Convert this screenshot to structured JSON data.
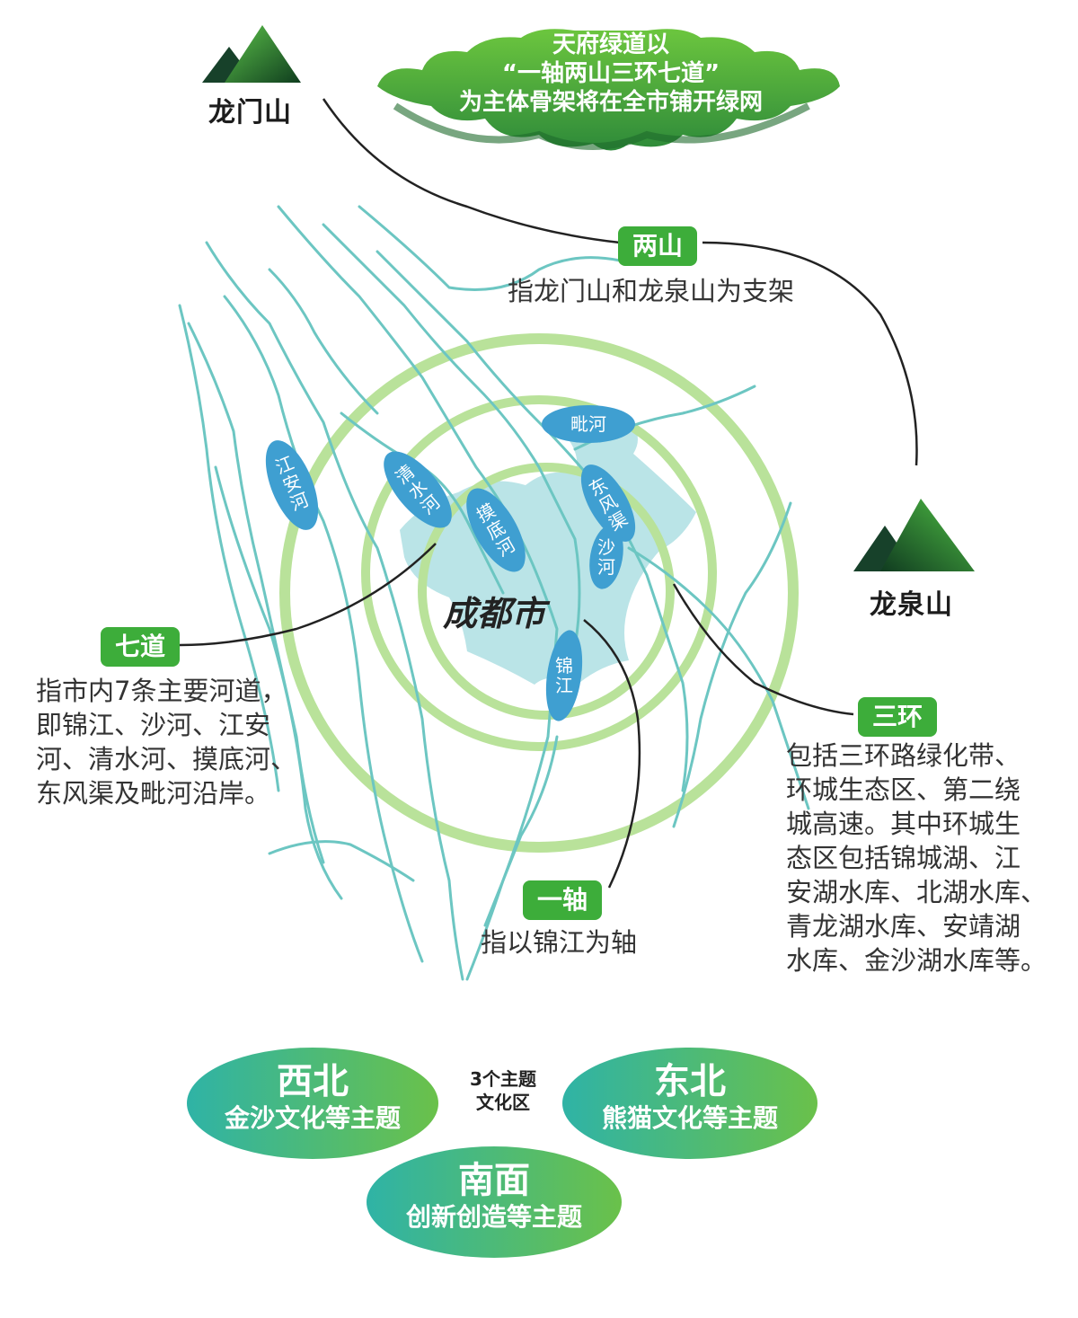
{
  "banner": {
    "line1": "天府绿道以",
    "line2": "“一轴两山三环七道”",
    "line3": "为主体骨架将在全市铺开绿网"
  },
  "mountains": {
    "longmen": "龙门山",
    "longquan": "龙泉山"
  },
  "labels": {
    "liangshan": {
      "tag": "两山",
      "desc": "指龙门山和龙泉山为支架"
    },
    "qidao": {
      "tag": "七道",
      "desc": [
        "指市内7条主要河道，",
        "即锦江、沙河、江安",
        "河、清水河、摸底河、",
        "东风渠及毗河沿岸。"
      ]
    },
    "sanhuan": {
      "tag": "三环",
      "desc": [
        "包括三环路绿化带、",
        "环城生态区、第二绕",
        "城高速。其中环城生",
        "态区包括锦城湖、江",
        "安湖水库、北湖水库、",
        "青龙湖水库、安靖湖",
        "水库、金沙湖水库等。"
      ]
    },
    "yizhou": {
      "tag": "一轴",
      "desc": "指以锦江为轴"
    }
  },
  "city": "成都市",
  "rivers": {
    "jiangan": "江安河",
    "qingshui": "清水河",
    "modi": "摸底河",
    "pi": "毗河",
    "dongfeng": "东风渠",
    "sha": "沙河",
    "jin": "锦江"
  },
  "themes": {
    "center_note": [
      "3个主题",
      "文化区"
    ],
    "northwest": {
      "title": "西北",
      "subtitle": "金沙文化等主题"
    },
    "northeast": {
      "title": "东北",
      "subtitle": "熊猫文化等主题"
    },
    "south": {
      "title": "南面",
      "subtitle": "创新创造等主题"
    }
  },
  "colors": {
    "green": "#3dad3a",
    "ring": "#b9e29a",
    "river": "#6cc6c2",
    "cityArea": "#b6e3e6",
    "riverEllipse": "#3f9fd1"
  }
}
